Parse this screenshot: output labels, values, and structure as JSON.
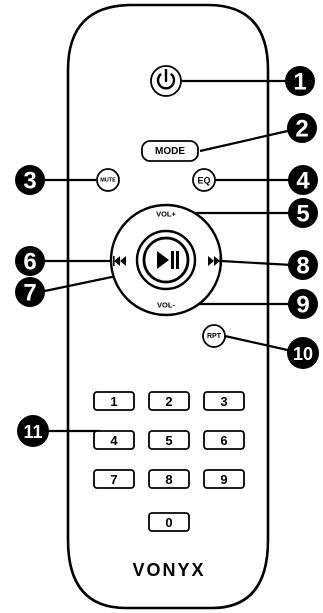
{
  "remote": {
    "brand": "VONYX",
    "buttons": {
      "power": "",
      "mode": "MODE",
      "mute": "MUTE",
      "eq": "EQ",
      "vol_up": "VOL+",
      "vol_down": "VOL-",
      "prev": "",
      "play_pause": "",
      "next": "",
      "rpt": "RPT"
    },
    "keypad": [
      "1",
      "2",
      "3",
      "4",
      "5",
      "6",
      "7",
      "8",
      "9",
      "0"
    ],
    "icons": {
      "power": "power-icon",
      "prev": "skip-back-icon",
      "play_pause": "play-pause-icon",
      "next": "skip-forward-icon"
    }
  },
  "callouts": [
    "1",
    "2",
    "3",
    "4",
    "5",
    "6",
    "7",
    "8",
    "9",
    "10",
    "11"
  ]
}
